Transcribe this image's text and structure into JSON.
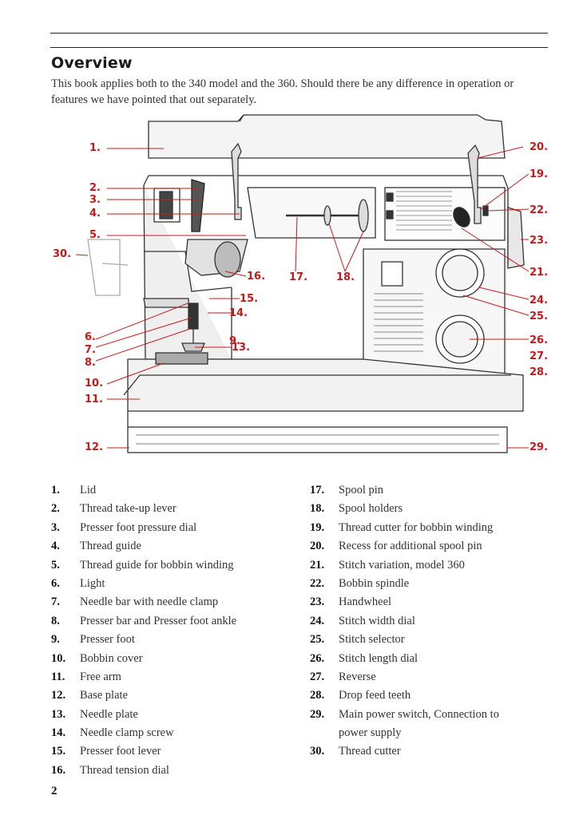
{
  "title": "Overview",
  "intro": "This book applies both to the 340 model and the 360. Should there be any difference in operation or features we have pointed that out separately.",
  "page_number": "2",
  "callouts": [
    "1.",
    "2.",
    "3.",
    "4.",
    "5.",
    "6.",
    "7.",
    "8.",
    "9.",
    "10.",
    "11.",
    "12.",
    "13.",
    "14.",
    "15.",
    "16.",
    "17.",
    "18.",
    "19.",
    "20.",
    "21.",
    "22.",
    "23.",
    "24.",
    "25.",
    "26.",
    "27.",
    "28.",
    "29.",
    "30."
  ],
  "parts_col1": [
    {
      "num": "1.",
      "label": "Lid"
    },
    {
      "num": "2.",
      "label": "Thread take-up lever"
    },
    {
      "num": "3.",
      "label": "Presser foot pressure dial"
    },
    {
      "num": "4.",
      "label": "Thread guide"
    },
    {
      "num": "5.",
      "label": "Thread guide for bobbin winding"
    },
    {
      "num": "6.",
      "label": "Light"
    },
    {
      "num": "7.",
      "label": "Needle bar with needle clamp"
    },
    {
      "num": "8.",
      "label": "Presser bar and Presser foot ankle"
    },
    {
      "num": "9.",
      "label": "Presser foot"
    },
    {
      "num": "10.",
      "label": "Bobbin cover"
    },
    {
      "num": "11.",
      "label": "Free arm"
    },
    {
      "num": "12.",
      "label": "Base plate"
    },
    {
      "num": "13.",
      "label": "Needle plate"
    },
    {
      "num": "14.",
      "label": "Needle clamp screw"
    },
    {
      "num": "15.",
      "label": "Presser foot lever"
    },
    {
      "num": "16.",
      "label": "Thread tension dial"
    }
  ],
  "parts_col2": [
    {
      "num": "17.",
      "label": "Spool pin"
    },
    {
      "num": "18.",
      "label": "Spool holders"
    },
    {
      "num": "19.",
      "label": "Thread cutter for bobbin winding"
    },
    {
      "num": "20.",
      "label": "Recess for additional spool pin"
    },
    {
      "num": "21.",
      "label": "Stitch variation, model 360"
    },
    {
      "num": "22.",
      "label": "Bobbin spindle"
    },
    {
      "num": "23.",
      "label": "Handwheel"
    },
    {
      "num": "24.",
      "label": "Stitch width dial"
    },
    {
      "num": "25.",
      "label": "Stitch selector"
    },
    {
      "num": "26.",
      "label": "Stitch length dial"
    },
    {
      "num": "27.",
      "label": "Reverse"
    },
    {
      "num": "28.",
      "label": "Drop feed teeth"
    },
    {
      "num": "29.",
      "label": "Main power switch, Connection to"
    },
    {
      "num": "30.",
      "label": "Thread cutter"
    }
  ],
  "part_29_continuation": "power supply",
  "icons": {
    "machine": "sewing-machine-illustration"
  },
  "colors": {
    "callout": "#c61a1a",
    "text": "#333333"
  }
}
